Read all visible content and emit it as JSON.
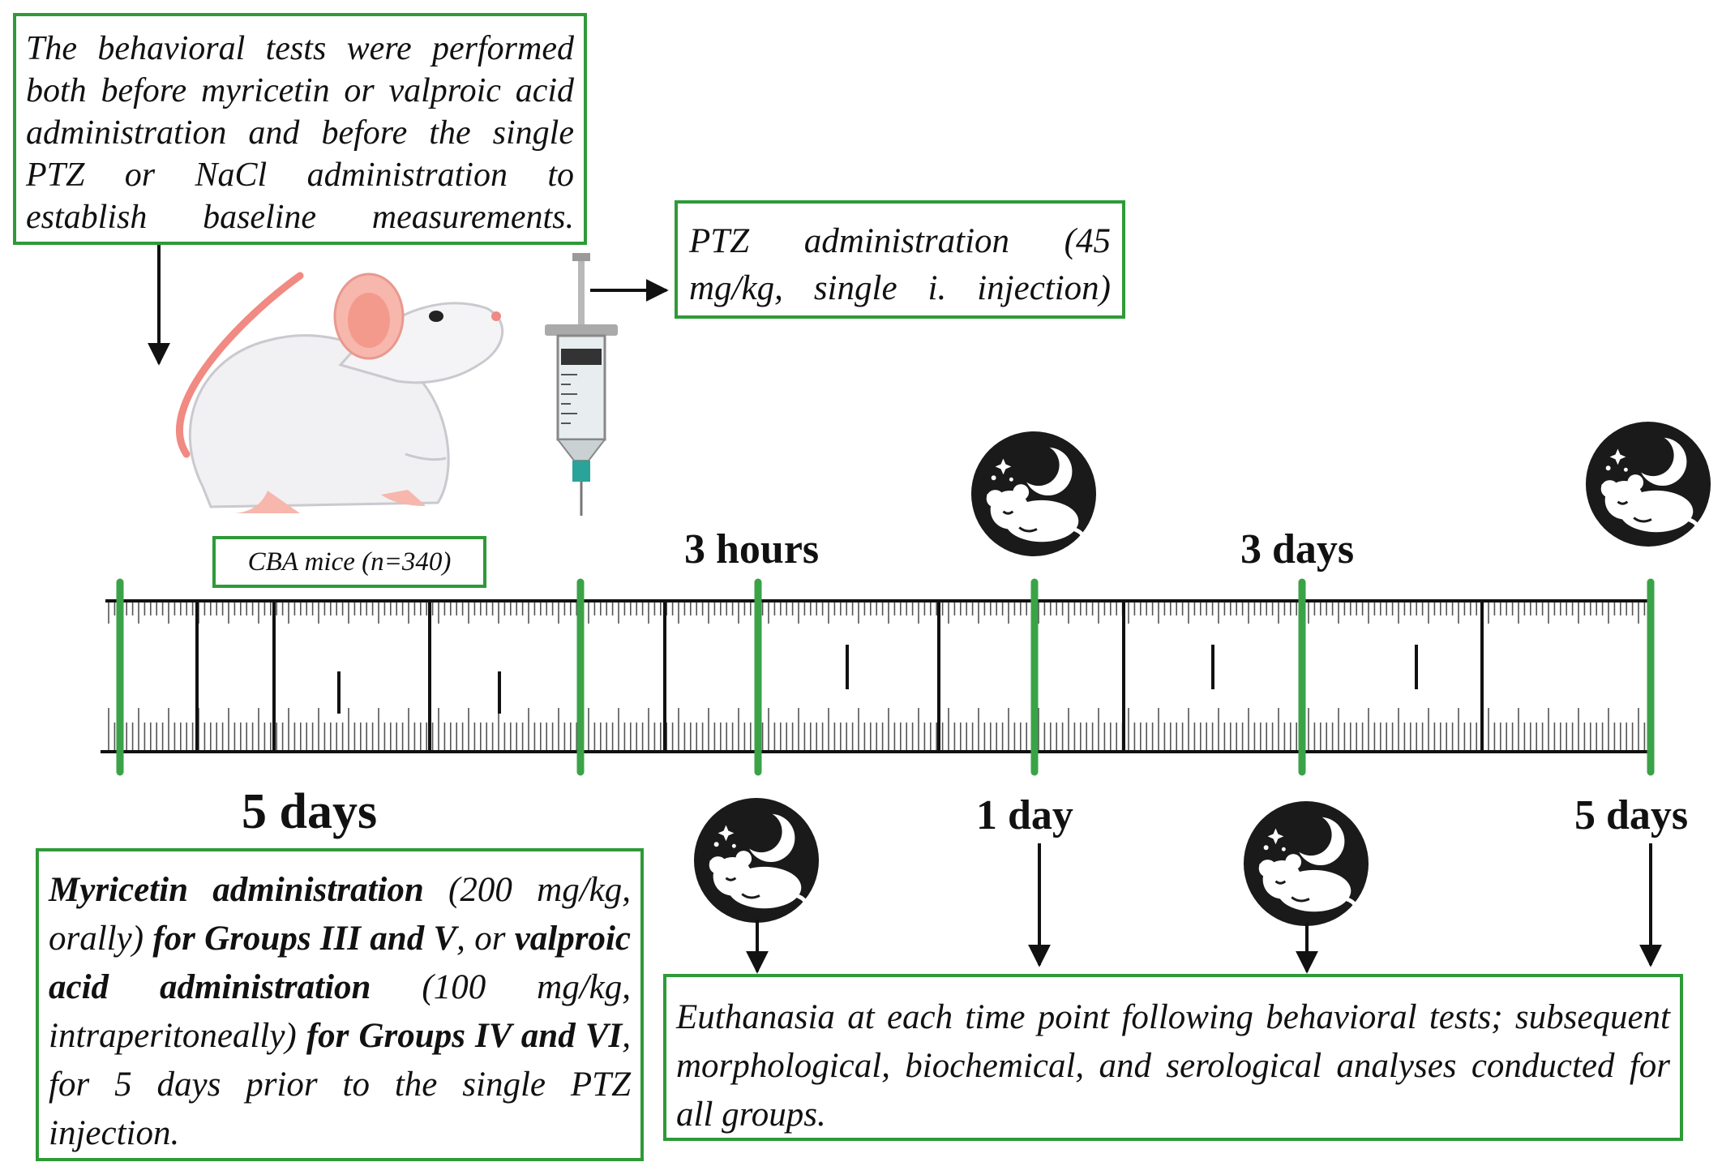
{
  "notes": {
    "baseline": "The behavioral tests were performed both before myricetin or valproic acid administration and before the single PTZ or NaCl administration to establish baseline measurements.",
    "ptz": "PTZ administration (45 mg/kg, single i. injection)",
    "cba": "CBA mice (n=340)",
    "euthanasia": "Euthanasia at each time point following behavioral tests; subsequent morphological, biochemical, and serological analyses conducted for all groups."
  },
  "myricetin": {
    "b1": "Myricetin administration",
    "t1": " (200 mg/kg, orally) ",
    "b2": "for Groups III and V",
    "t2": ", or ",
    "b3": "valproic acid administration",
    "t3": " (100 mg/kg, intraperitoneally) ",
    "b4": "for Groups IV and VI",
    "t4": ", for 5 days prior to the single PTZ injection."
  },
  "timeline": {
    "pretreatment": "5 days",
    "point_3h": "3 hours",
    "point_1d": "1 day",
    "point_3d": "3 days",
    "point_5d": "5 days"
  },
  "icons": [
    "mouse-illustration",
    "syringe-icon",
    "sleeping-mouse-icon"
  ],
  "colors": {
    "accent": "#2f9a37",
    "ink": "#111111",
    "icon": "#1a1a1a"
  }
}
